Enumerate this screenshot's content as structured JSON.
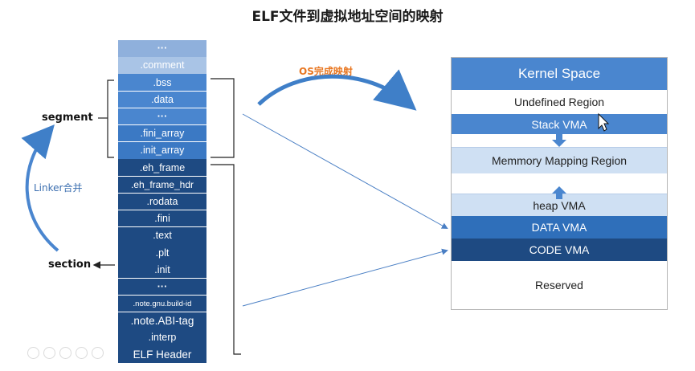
{
  "title": "ELF文件到虚拟地址空间的映射",
  "elf_sections": [
    {
      "label": "···",
      "color": "#8fb0dc"
    },
    {
      "label": ".comment",
      "color": "#a9c4e6"
    },
    {
      "label": ".bss",
      "color": "#4a86cf"
    },
    {
      "label": ".data",
      "color": "#4a86cf"
    },
    {
      "label": "···",
      "color": "#4a86cf"
    },
    {
      "label": ".fini_array",
      "color": "#3b79c4"
    },
    {
      "label": ".init_array",
      "color": "#3b79c4"
    },
    {
      "label": ".eh_frame",
      "color": "#1e4a82"
    },
    {
      "label": ".eh_frame_hdr",
      "color": "#1e4a82"
    },
    {
      "label": ".rodata",
      "color": "#1e4a82"
    },
    {
      "label": ".fini",
      "color": "#1e4a82"
    },
    {
      "label": ".text",
      "color": "#1e4a82"
    },
    {
      "label": ".plt",
      "color": "#1e4a82"
    },
    {
      "label": ".init",
      "color": "#1e4a82"
    },
    {
      "label": "···",
      "color": "#1e4a82"
    },
    {
      "label": ".note.gnu.build-id",
      "color": "#1e4a82"
    },
    {
      "label": ".note.ABI-tag",
      "color": "#1e4a82"
    },
    {
      "label": ".interp",
      "color": "#1e4a82"
    },
    {
      "label": "ELF Header",
      "color": "#1e4a82"
    }
  ],
  "labels": {
    "segment": "segment",
    "section": "section",
    "linker": "Linker合并",
    "os_mapping": "OS完成映射"
  },
  "vm_regions": [
    {
      "label": "Kernel Space",
      "color": "#4a86cf",
      "text_color": "#ffffff"
    },
    {
      "label": "Undefined Region",
      "color": "#ffffff",
      "text_color": "#222222"
    },
    {
      "label": "Stack  VMA",
      "color": "#4a86cf",
      "text_color": "#ffffff"
    },
    {
      "label": "",
      "color": "#ffffff",
      "text_color": "#222222"
    },
    {
      "label": "Memmory Mapping Region",
      "color": "#cfe0f3",
      "text_color": "#222222"
    },
    {
      "label": "",
      "color": "#ffffff",
      "text_color": "#222222"
    },
    {
      "label": "heap  VMA",
      "color": "#cfe0f3",
      "text_color": "#222222"
    },
    {
      "label": "DATA  VMA",
      "color": "#2f6fba",
      "text_color": "#ffffff"
    },
    {
      "label": "CODE  VMA",
      "color": "#1e4a82",
      "text_color": "#ffffff"
    },
    {
      "label": "Reserved",
      "color": "#ffffff",
      "text_color": "#222222"
    }
  ],
  "colors": {
    "accent_blue": "#3f7fc8",
    "linker_text": "#3c6fb0",
    "os_text": "#e87722",
    "line_dark": "#222222"
  }
}
